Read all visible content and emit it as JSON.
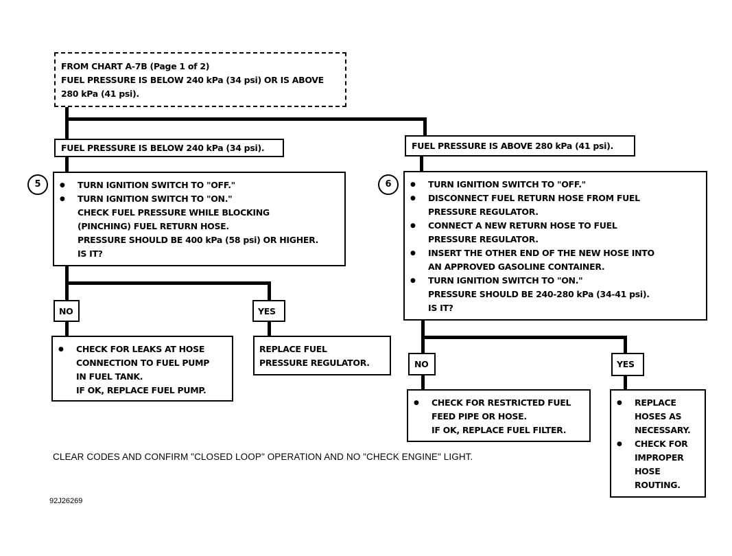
{
  "start": {
    "lines": [
      "FROM CHART A-7B (Page 1 of 2)",
      "FUEL PRESSURE IS BELOW 240 kPa (34 psi) OR IS ABOVE",
      "280 kPa (41 psi)."
    ]
  },
  "left": {
    "condition": "FUEL PRESSURE IS BELOW 240 kPa (34 psi).",
    "step_number": "5",
    "steps": [
      {
        "bullet": true,
        "text": "TURN IGNITION SWITCH TO \"OFF.\""
      },
      {
        "bullet": true,
        "text": "TURN IGNITION SWITCH TO \"ON.\""
      },
      {
        "bullet": false,
        "text": "CHECK FUEL PRESSURE WHILE BLOCKING"
      },
      {
        "bullet": false,
        "text": "(PINCHING) FUEL RETURN HOSE."
      },
      {
        "bullet": false,
        "text": "PRESSURE SHOULD BE 400 kPa (58 psi) OR HIGHER."
      },
      {
        "bullet": false,
        "text": "IS IT?"
      }
    ],
    "no_label": "NO",
    "yes_label": "YES",
    "no_action": [
      {
        "bullet": true,
        "text": "CHECK FOR LEAKS AT HOSE"
      },
      {
        "bullet": false,
        "text": "CONNECTION TO FUEL PUMP"
      },
      {
        "bullet": false,
        "text": "IN FUEL TANK."
      },
      {
        "bullet": false,
        "text": "IF OK, REPLACE FUEL PUMP."
      }
    ],
    "yes_action": [
      "REPLACE FUEL",
      "PRESSURE REGULATOR."
    ]
  },
  "right": {
    "condition": "FUEL PRESSURE IS ABOVE 280 kPa (41 psi).",
    "step_number": "6",
    "steps": [
      {
        "bullet": true,
        "text": "TURN IGNITION SWITCH TO \"OFF.\""
      },
      {
        "bullet": true,
        "text": "DISCONNECT FUEL RETURN HOSE FROM FUEL"
      },
      {
        "bullet": false,
        "text": "PRESSURE REGULATOR."
      },
      {
        "bullet": true,
        "text": "CONNECT A NEW RETURN HOSE TO FUEL"
      },
      {
        "bullet": false,
        "text": "PRESSURE REGULATOR."
      },
      {
        "bullet": true,
        "text": "INSERT THE OTHER END OF THE NEW HOSE INTO"
      },
      {
        "bullet": false,
        "text": "AN APPROVED GASOLINE CONTAINER."
      },
      {
        "bullet": true,
        "text": "TURN IGNITION SWITCH TO \"ON.\""
      },
      {
        "bullet": false,
        "text": "PRESSURE SHOULD BE 240-280 kPa (34-41 psi)."
      },
      {
        "bullet": false,
        "text": "IS IT?"
      }
    ],
    "no_label": "NO",
    "yes_label": "YES",
    "no_action": [
      {
        "bullet": true,
        "text": "CHECK FOR RESTRICTED FUEL"
      },
      {
        "bullet": false,
        "text": "FEED PIPE OR HOSE."
      },
      {
        "bullet": false,
        "text": "IF OK, REPLACE FUEL FILTER."
      }
    ],
    "yes_action": [
      {
        "bullet": true,
        "text": "REPLACE"
      },
      {
        "bullet": false,
        "text": "HOSES AS"
      },
      {
        "bullet": false,
        "text": "NECESSARY."
      },
      {
        "bullet": true,
        "text": "CHECK FOR"
      },
      {
        "bullet": false,
        "text": "IMPROPER"
      },
      {
        "bullet": false,
        "text": "HOSE"
      },
      {
        "bullet": false,
        "text": "ROUTING."
      }
    ]
  },
  "footer": {
    "note": "CLEAR CODES AND CONFIRM \"CLOSED LOOP\" OPERATION AND NO \"CHECK ENGINE\" LIGHT.",
    "figure_code": "92J26269"
  }
}
